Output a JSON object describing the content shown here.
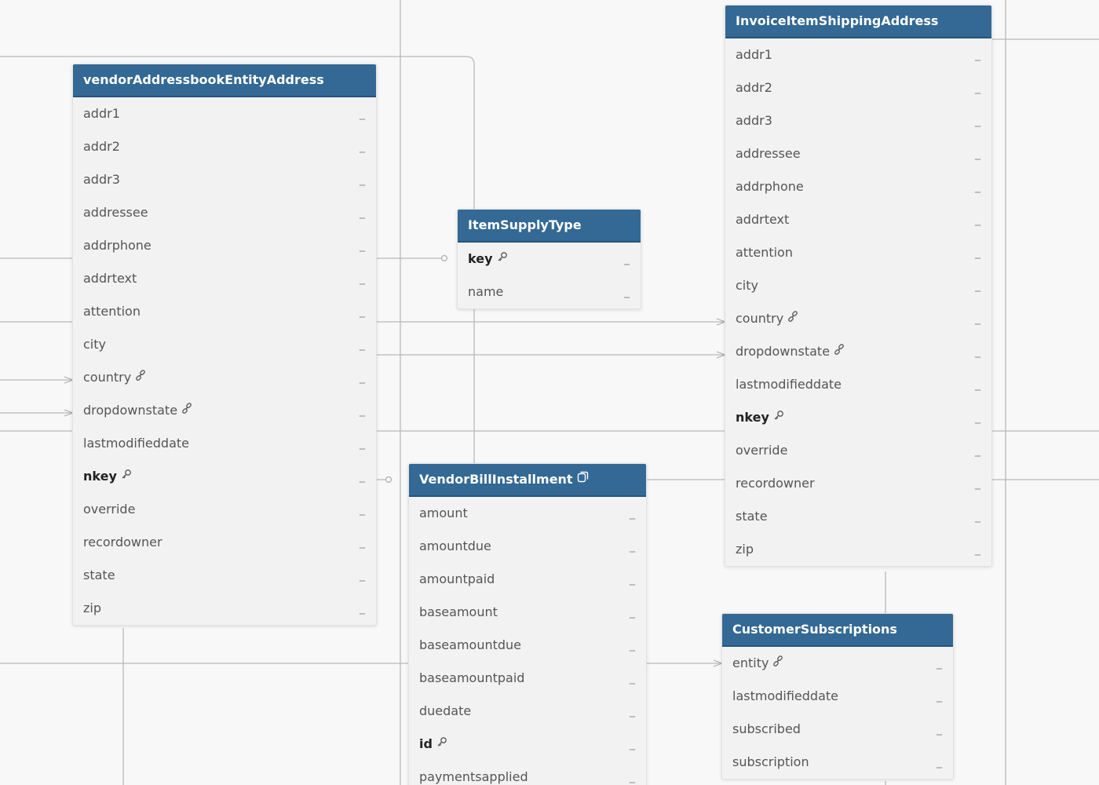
{
  "diagram": {
    "row_marker": "_",
    "colors": {
      "header_bg": "#336994",
      "header_text": "#ffffff",
      "body_bg": "#f2f2f2",
      "canvas_bg": "#f8f8f8",
      "connector": "#b9b9b9"
    },
    "entities": {
      "vendor_address": {
        "title": "vendorAddressbookEntityAddress",
        "fields": [
          {
            "name": "addr1"
          },
          {
            "name": "addr2"
          },
          {
            "name": "addr3"
          },
          {
            "name": "addressee"
          },
          {
            "name": "addrphone"
          },
          {
            "name": "addrtext"
          },
          {
            "name": "attention"
          },
          {
            "name": "city"
          },
          {
            "name": "country",
            "icon": "link-icon"
          },
          {
            "name": "dropdownstate",
            "icon": "link-icon"
          },
          {
            "name": "lastmodifieddate"
          },
          {
            "name": "nkey",
            "icon": "key-icon",
            "primary": true
          },
          {
            "name": "override"
          },
          {
            "name": "recordowner"
          },
          {
            "name": "state"
          },
          {
            "name": "zip"
          }
        ]
      },
      "item_supply_type": {
        "title": "ItemSupplyType",
        "fields": [
          {
            "name": "key",
            "icon": "key-icon",
            "primary": true
          },
          {
            "name": "name"
          }
        ]
      },
      "invoice_item_shipping_address": {
        "title": "InvoiceItemShippingAddress",
        "fields": [
          {
            "name": "addr1"
          },
          {
            "name": "addr2"
          },
          {
            "name": "addr3"
          },
          {
            "name": "addressee"
          },
          {
            "name": "addrphone"
          },
          {
            "name": "addrtext"
          },
          {
            "name": "attention"
          },
          {
            "name": "city"
          },
          {
            "name": "country",
            "icon": "link-icon"
          },
          {
            "name": "dropdownstate",
            "icon": "link-icon"
          },
          {
            "name": "lastmodifieddate"
          },
          {
            "name": "nkey",
            "icon": "key-icon",
            "primary": true
          },
          {
            "name": "override"
          },
          {
            "name": "recordowner"
          },
          {
            "name": "state"
          },
          {
            "name": "zip"
          }
        ]
      },
      "vendor_bill_installment": {
        "title": "VendorBillInstallment",
        "title_icon": "copy-icon",
        "fields": [
          {
            "name": "amount"
          },
          {
            "name": "amountdue"
          },
          {
            "name": "amountpaid"
          },
          {
            "name": "baseamount"
          },
          {
            "name": "baseamountdue"
          },
          {
            "name": "baseamountpaid"
          },
          {
            "name": "duedate"
          },
          {
            "name": "id",
            "icon": "key-icon",
            "primary": true
          },
          {
            "name": "paymentsapplied"
          }
        ]
      },
      "customer_subscriptions": {
        "title": "CustomerSubscriptions",
        "fields": [
          {
            "name": "entity",
            "icon": "link-icon"
          },
          {
            "name": "lastmodifieddate"
          },
          {
            "name": "subscribed"
          },
          {
            "name": "subscription"
          }
        ]
      }
    }
  }
}
